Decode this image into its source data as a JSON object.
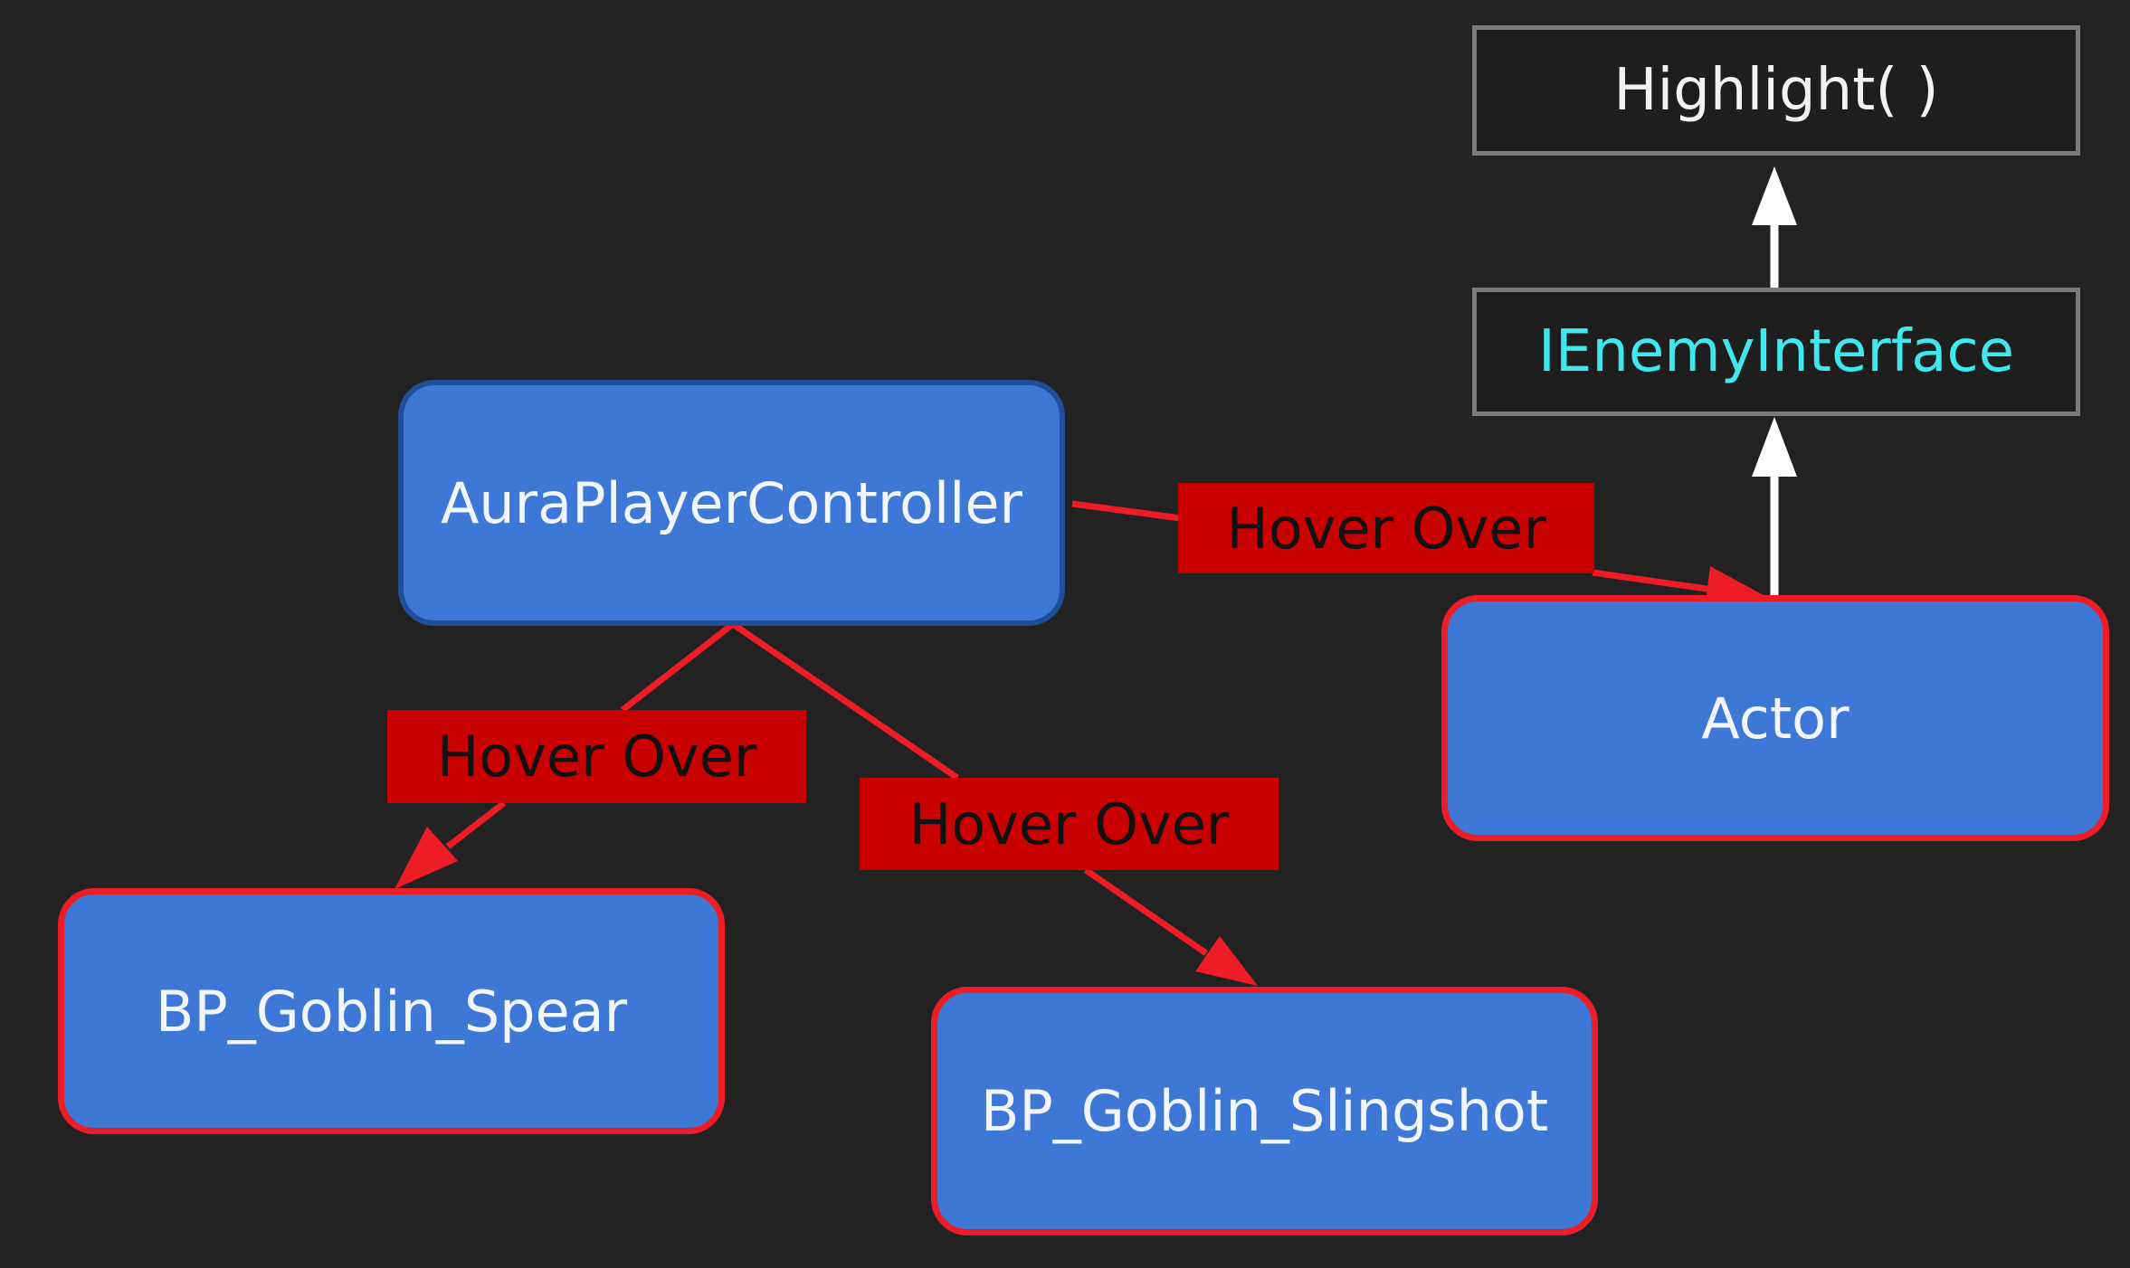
{
  "colors": {
    "background": "#222222",
    "node_fill": "#3d78d6",
    "node_text": "#f2f5fb",
    "highlight_border": "#ee1c24",
    "link_red": "#ee1c24",
    "label_fill": "#c80000",
    "label_text": "#111111",
    "interface_text": "#3fe7ee",
    "inheritance_arrow": "#ffffff",
    "box_border": "#7a7a7a"
  },
  "nodes": {
    "controller": "AuraPlayerController",
    "goblin_spear": "BP_Goblin_Spear",
    "goblin_slingshot": "BP_Goblin_Slingshot",
    "actor": "Actor"
  },
  "hierarchy": {
    "function": "Highlight( )",
    "interface": "IEnemyInterface"
  },
  "links": {
    "to_actor": "Hover Over",
    "to_spear": "Hover Over",
    "to_slingshot": "Hover Over"
  }
}
